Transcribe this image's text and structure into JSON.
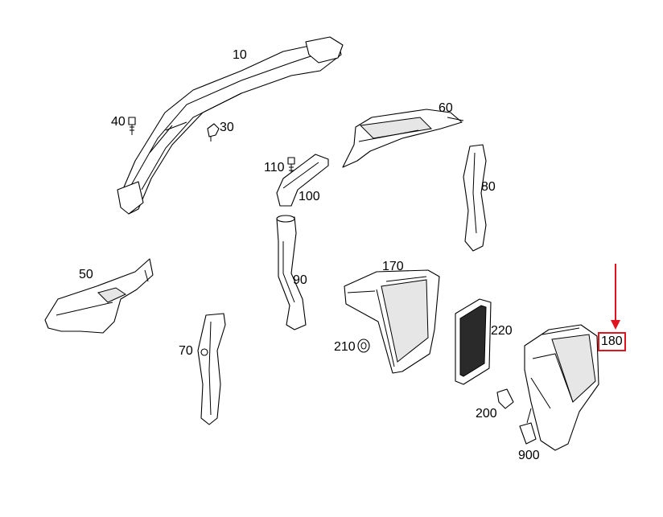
{
  "diagram": {
    "callouts": [
      {
        "id": "10",
        "text": "10"
      },
      {
        "id": "30",
        "text": "30"
      },
      {
        "id": "40",
        "text": "40"
      },
      {
        "id": "50",
        "text": "50"
      },
      {
        "id": "60",
        "text": "60"
      },
      {
        "id": "70",
        "text": "70"
      },
      {
        "id": "80",
        "text": "80"
      },
      {
        "id": "90",
        "text": "90"
      },
      {
        "id": "100",
        "text": "100"
      },
      {
        "id": "110",
        "text": "110"
      },
      {
        "id": "170",
        "text": "170"
      },
      {
        "id": "200",
        "text": "200"
      },
      {
        "id": "210",
        "text": "210"
      },
      {
        "id": "220",
        "text": "220"
      },
      {
        "id": "900",
        "text": "900"
      }
    ],
    "highlighted": {
      "text": "180"
    },
    "colors": {
      "highlight": "#e0141e",
      "line": "#000000",
      "background": "#ffffff"
    }
  }
}
